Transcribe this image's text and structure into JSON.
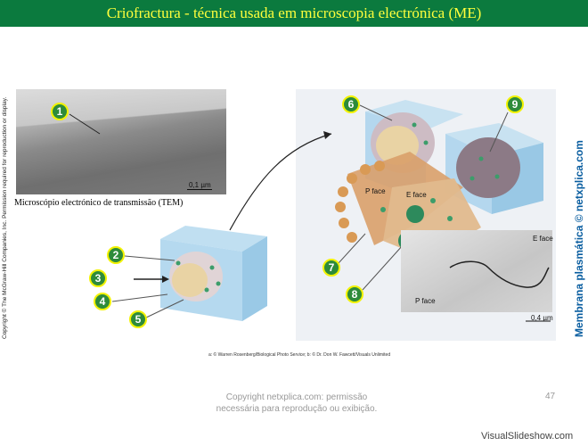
{
  "header": {
    "title": "Criofractura - técnica usada em microscopia electrónica (ME)"
  },
  "side": {
    "copyright": "Copyright © The McGraw-Hill Companies, Inc. Permission required for reproduction or display.",
    "site": "Membrana plasmática © netxplica.com"
  },
  "tem": {
    "scale": "0,1 µm",
    "caption": "Microscópio electrónico de transmissão (TEM)"
  },
  "badges": [
    "1",
    "2",
    "3",
    "4",
    "5",
    "6",
    "7",
    "8",
    "9"
  ],
  "labels": {
    "p_face": "P face",
    "e_face": "E face",
    "photo_e_face": "E face",
    "photo_p_face": "P face",
    "photo_scale": "0,4 µm"
  },
  "credit": "a: © Warren Rosenberg/Biological Photo Service; b: © Dr. Don W. Fawcett/Visuals Unlimited",
  "footer": {
    "line1": "Copyright netxplica.com: permissão",
    "line2": "necessária para reprodução ou exibição.",
    "page": "47",
    "watermark": "VisualSlideshow.com"
  },
  "colors": {
    "header_bg": "#0b7a3e",
    "header_text": "#ffff3c",
    "badge_bg": "#2e8b3a",
    "badge_border": "#f2f200"
  }
}
